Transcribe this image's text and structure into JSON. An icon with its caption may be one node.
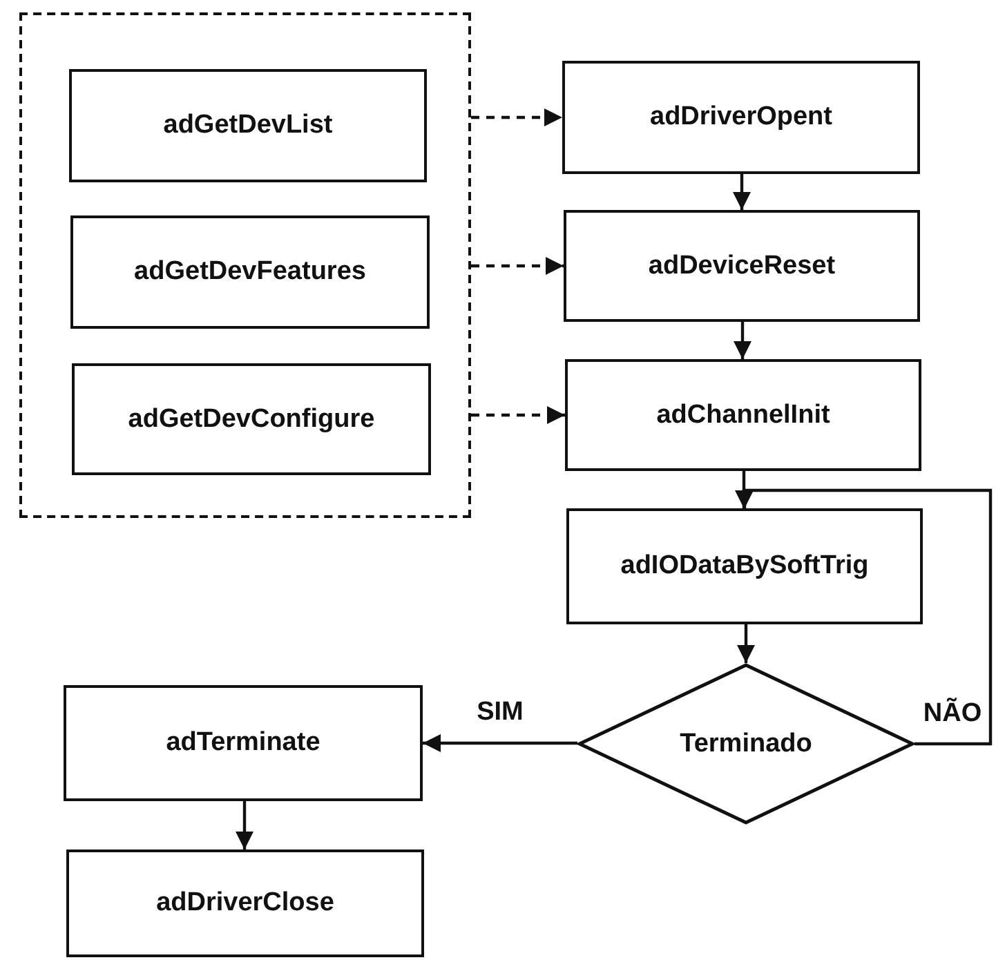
{
  "diagram": {
    "nodes": [
      {
        "text": [],
        "shape": "box"
      },
      {
        "text": [
          "adGetDevList"
        ],
        "in": 0
      },
      {
        "text": [
          "adGetDevFeatures"
        ],
        "in": 0
      },
      {
        "text": [
          "adGetDevConfigure"
        ],
        "in": 0
      },
      {
        "text": [
          "adDriverOpent"
        ]
      },
      {
        "text": [
          "adDeviceReset"
        ]
      },
      {
        "text": [
          "adChannelInit"
        ]
      },
      {
        "text": [
          "adIODataBySoftTrig"
        ]
      },
      {
        "text": [
          "Terminado"
        ]
      },
      {
        "text": [
          "adTerminate"
        ]
      },
      {
        "text": [
          "adDriverClose"
        ]
      }
    ],
    "edges": [
      {
        "from": 0,
        "to": 4,
        "arrow": "to",
        "style": "dashed"
      },
      {
        "from": 0,
        "to": 5,
        "arrow": "to",
        "style": "dashed"
      },
      {
        "from": 0,
        "to": 6,
        "arrow": "to",
        "style": "dashed"
      },
      {
        "from": 4,
        "to": 5,
        "arrow": "to"
      },
      {
        "from": 5,
        "to": 6,
        "arrow": "to"
      },
      {
        "from": 6,
        "to": 7,
        "arrow": "to"
      },
      {
        "from": 7,
        "to": 8,
        "arrow": "to"
      },
      {
        "from": 8,
        "to": 9,
        "arrow": "to",
        "label": "SIM"
      },
      {
        "from": 8,
        "to": 7,
        "arrow": "to",
        "label": "NÃO"
      },
      {
        "from": 9,
        "to": 10,
        "arrow": "to"
      }
    ]
  }
}
